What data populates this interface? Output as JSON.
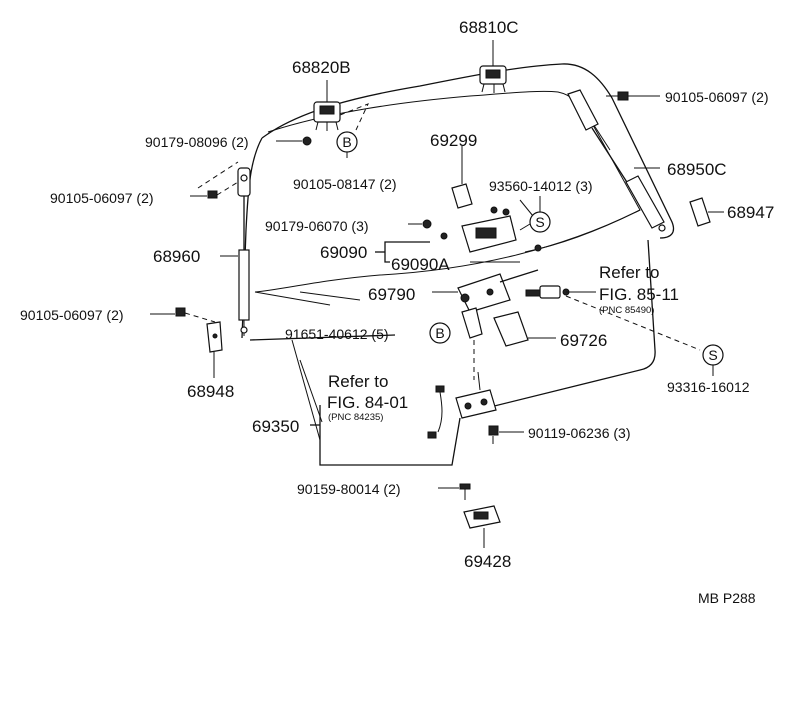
{
  "labels": {
    "p68810c": "68810C",
    "p68820b": "68820B",
    "p90105_06097_tr": "90105-06097 (2)",
    "p90179_08096": "90179-08096 (2)",
    "p69299": "69299",
    "p90105_08147": "90105-08147 (2)",
    "p68950c": "68950C",
    "p90105_06097_l1": "90105-06097 (2)",
    "p93560_14012": "93560-14012 (3)",
    "p68947": "68947",
    "p90179_06070": "90179-06070 (3)",
    "p68960": "68960",
    "p69090": "69090",
    "p69090a": "69090A",
    "p69790": "69790",
    "refer1_title": "Refer to",
    "refer1_fig": "FIG. 85-11",
    "refer1_pnc": "(PNC 85490)",
    "p90105_06097_l2": "90105-06097 (2)",
    "p91651_40612": "91651-40612 (5)",
    "p69726": "69726",
    "p68948": "68948",
    "p93316_16012": "93316-16012",
    "refer2_title": "Refer to",
    "refer2_fig": "FIG. 84-01",
    "refer2_pnc": "(PNC 84235)",
    "p69350": "69350",
    "p90119_06236": "90119-06236 (3)",
    "p90159_80014": "90159-80014 (2)",
    "p69428": "69428",
    "footer": "MB P288"
  },
  "callouts": {
    "b": "B",
    "s": "S"
  }
}
